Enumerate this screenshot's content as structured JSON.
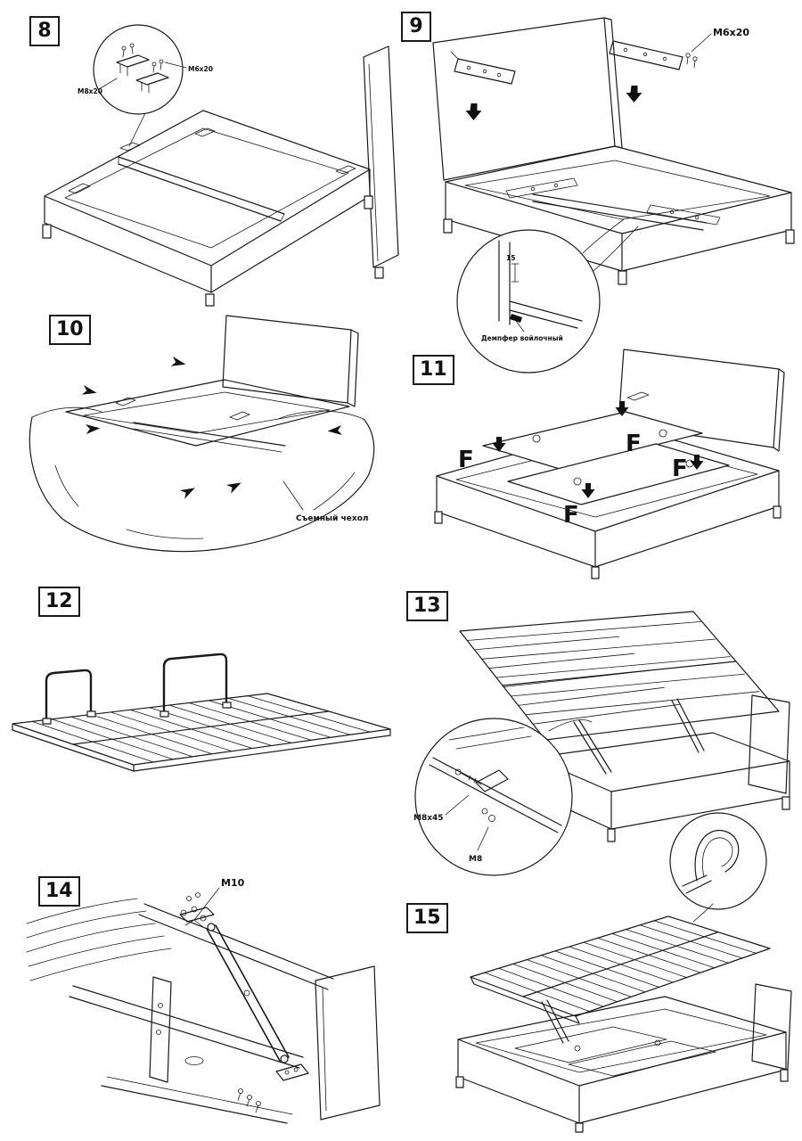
{
  "document": {
    "type": "furniture-assembly-instructions",
    "background": "#ffffff",
    "line_color": "#1a1a1a"
  },
  "steps": {
    "step8": {
      "number": "8",
      "labels": {
        "bolt_left": "M8x20",
        "bolt_right": "M6x20"
      }
    },
    "step9": {
      "number": "9",
      "labels": {
        "bolt": "M6x20",
        "dimension": "15",
        "damper": "Демпфер войлочный"
      }
    },
    "step10": {
      "number": "10",
      "labels": {
        "cover": "Съемный чехол"
      }
    },
    "step11": {
      "number": "11",
      "force_labels": [
        "F",
        "F",
        "F",
        "F"
      ]
    },
    "step12": {
      "number": "12"
    },
    "step13": {
      "number": "13",
      "labels": {
        "bolt_long": "M8x45",
        "nut": "M8"
      }
    },
    "step14": {
      "number": "14",
      "labels": {
        "bolt": "M10"
      }
    },
    "step15": {
      "number": "15"
    }
  }
}
